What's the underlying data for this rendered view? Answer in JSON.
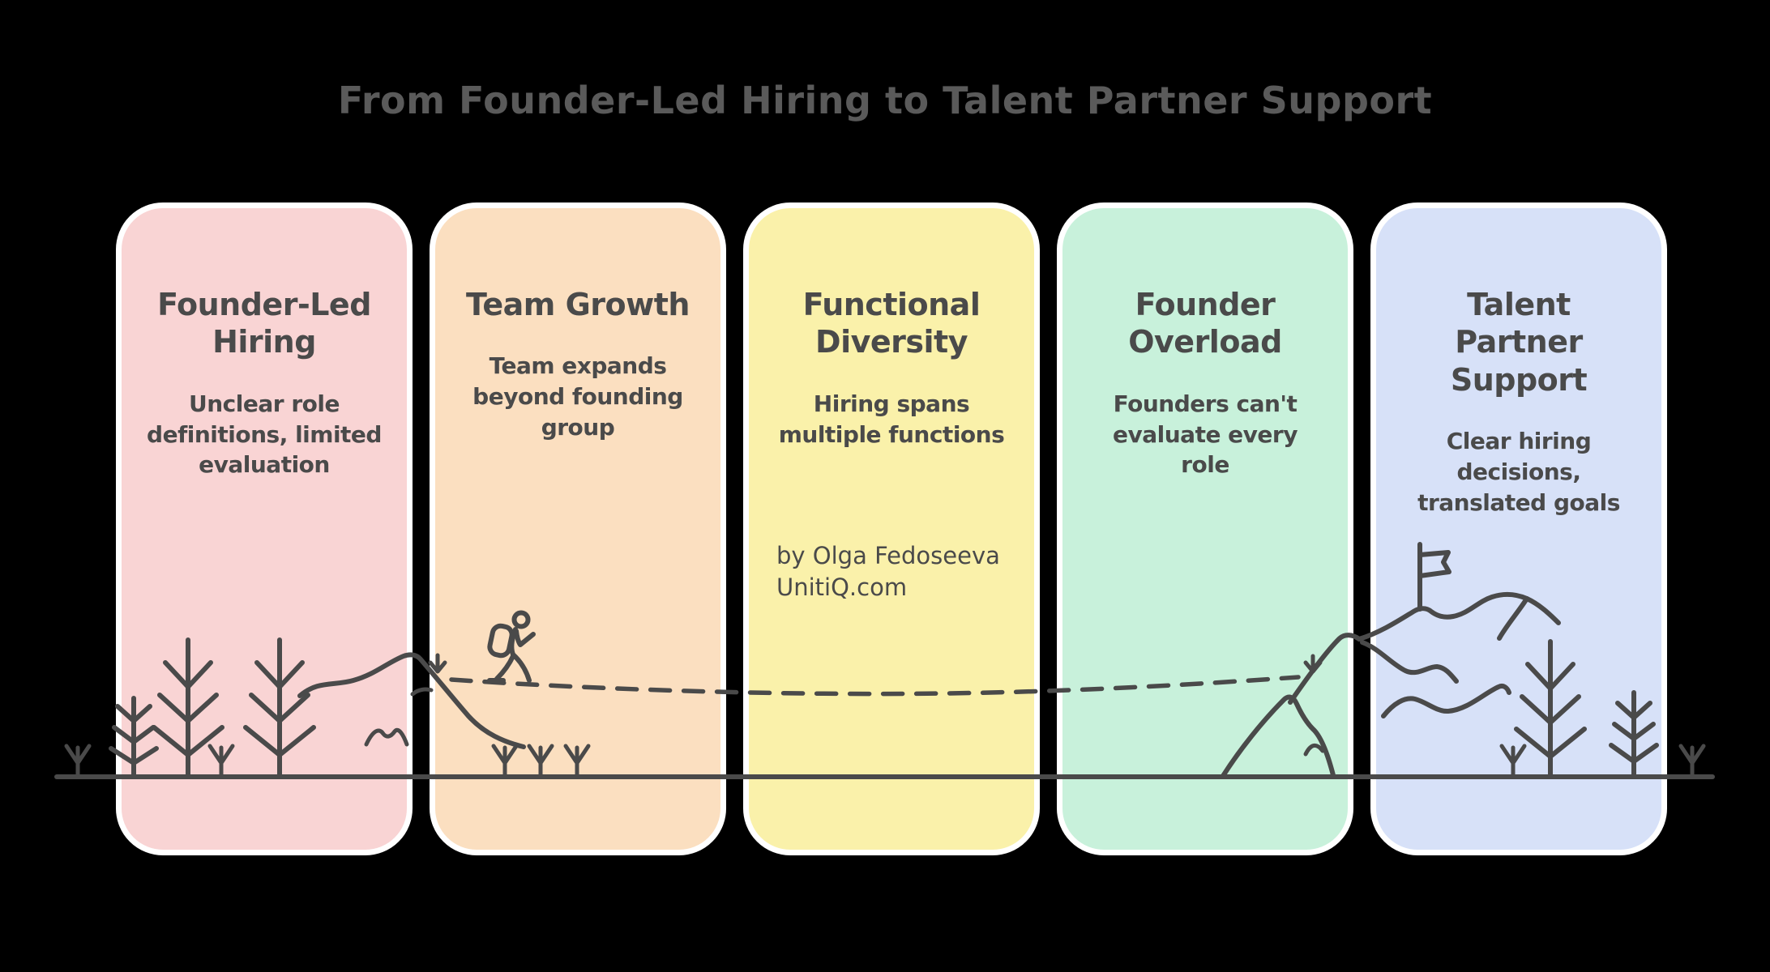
{
  "title": "From Founder-Led Hiring to Talent Partner Support",
  "cards": [
    {
      "id": "founder-led-hiring",
      "title": "Founder-Led\nHiring",
      "description": "Unclear role\ndefinitions, limited\nevaluation"
    },
    {
      "id": "team-growth",
      "title": "Team Growth",
      "description": "Team expands\nbeyond founding\ngroup"
    },
    {
      "id": "functional-diversity",
      "title": "Functional\nDiversity",
      "description": "Hiring spans\nmultiple functions",
      "credit": "by Olga Fedoseeva\nUnitiQ.com"
    },
    {
      "id": "founder-overload",
      "title": "Founder\nOverload",
      "description": "Founders can't\nevaluate every\nrole"
    },
    {
      "id": "talent-partner-support",
      "title": "Talent\nPartner\nSupport",
      "description": "Clear hiring\ndecisions,\ntranslated goals"
    }
  ],
  "colors": {
    "bg": "#000000",
    "ink": "#4a4a4a",
    "title-color": "#5a5a5a",
    "card-border": "#ffffff",
    "card1": "#f9d4d4",
    "card2": "#fbdfc0",
    "card3": "#faf1aa",
    "card4": "#c8f1db",
    "card5": "#d7e1f8"
  },
  "icons": {
    "pine-tree-icon": "line-art pine tree",
    "sprout-icon": "line-art seedling",
    "hiker-icon": "walking hiker with backpack",
    "flag-icon": "summit flag on pole",
    "mountain-icon": "hand-drawn mountain ridges",
    "arrow-marker-icon": "small down arrow path marker",
    "ground-line": "horizontal ground line",
    "dashed-path": "dashed journey path"
  }
}
